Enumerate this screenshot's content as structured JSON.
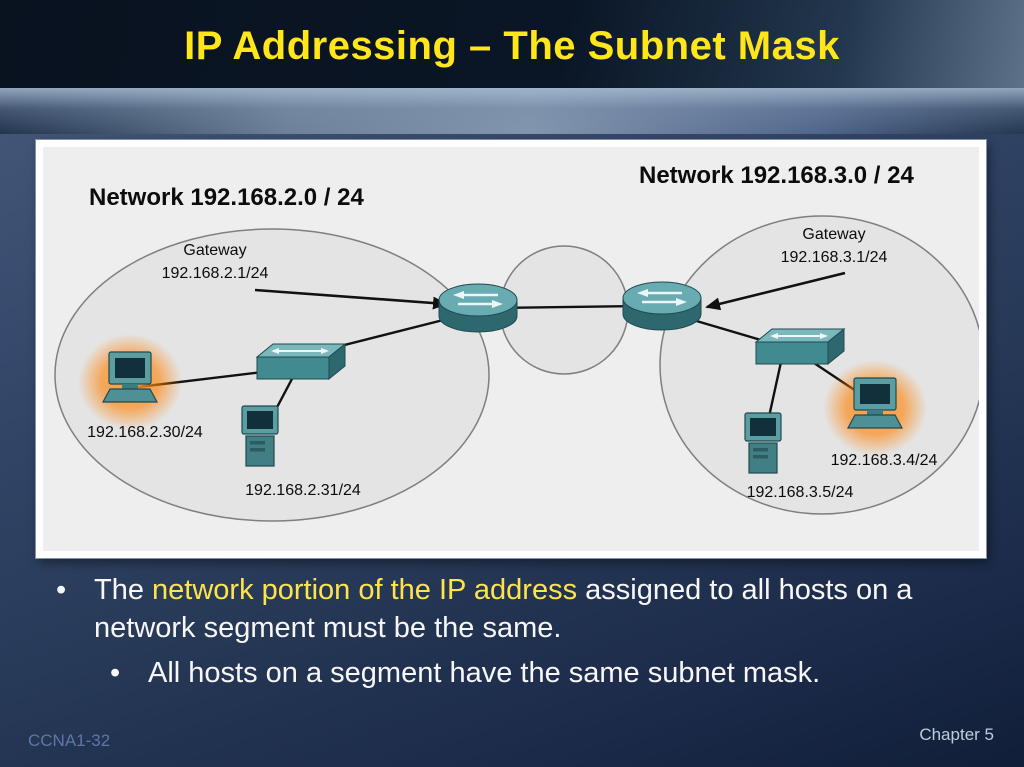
{
  "slide": {
    "title": "IP Addressing – The Subnet Mask",
    "footer_left": "CCNA1-32",
    "footer_right": "Chapter 5"
  },
  "diagram": {
    "left_network": {
      "title": "Network 192.168.2.0 / 24",
      "gateway_label": "Gateway",
      "gateway_address": "192.168.2.1/24",
      "host1_address": "192.168.2.30/24",
      "host2_address": "192.168.2.31/24"
    },
    "right_network": {
      "title": "Network 192.168.3.0 / 24",
      "gateway_label": "Gateway",
      "gateway_address": "192.168.3.1/24",
      "host1_address": "192.168.3.4/24",
      "host2_address": "192.168.3.5/24"
    }
  },
  "bullets": {
    "marker": "•",
    "main": {
      "pre": "The ",
      "highlight": "network portion of the IP address",
      "post": " assigned to all hosts on a network segment must be the same."
    },
    "sub": "All hosts on a segment have the same subnet mask."
  },
  "colors": {
    "title_text": "#ffe61a",
    "highlight_text": "#ffe34d",
    "body_text": "#f7f7f7",
    "device_teal": "#4e9296",
    "glow_orange": "#ff7f00",
    "diagram_bg": "#eeeeee"
  }
}
